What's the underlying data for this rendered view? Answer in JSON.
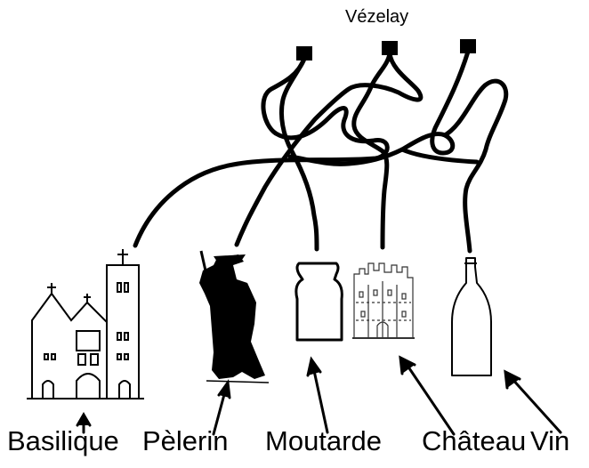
{
  "title": "Vézelay",
  "labels": {
    "basilique": "Basilique",
    "pelerin": "Pèlerin",
    "moutarde": "Moutarde",
    "chateau": "Château",
    "vin": "Vin"
  },
  "icons": {
    "handles": [
      "square-handle-icon",
      "square-handle-icon",
      "square-handle-icon"
    ],
    "basilique": "basilica-icon",
    "pelerin": "pilgrim-silhouette-icon",
    "moutarde": "mustard-jar-icon",
    "chateau": "castle-icon",
    "vin": "wine-bottle-icon"
  },
  "colors": {
    "line": "#000000",
    "background": "#ffffff"
  }
}
